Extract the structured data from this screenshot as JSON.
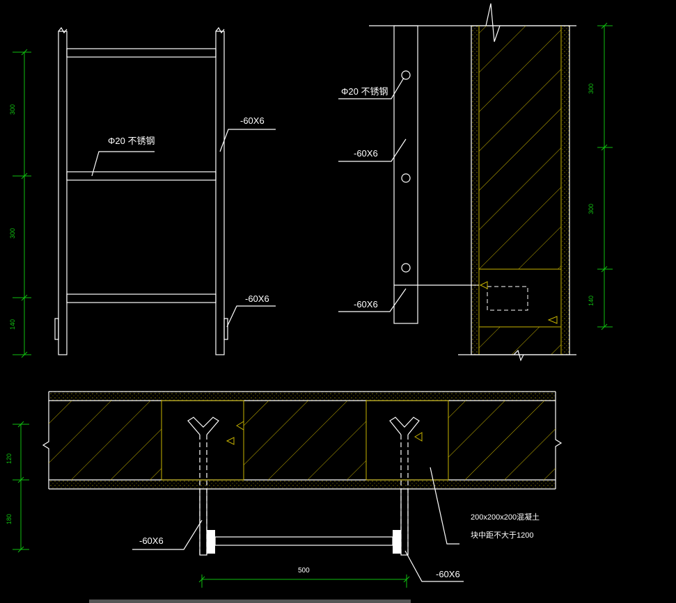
{
  "elevation_view": {
    "label_rung": "Φ20  不锈钢",
    "label_rail_top": "-60X6",
    "label_rail_bottom": "-60X6",
    "dim_1": "300",
    "dim_2": "300",
    "dim_3": "140"
  },
  "section_view": {
    "label_rung": "Φ20  不锈钢",
    "label_rail": "-60X6",
    "label_anchor": "-60X6",
    "dim_1": "300",
    "dim_2": "300",
    "dim_3": "140"
  },
  "plan_view": {
    "dim_wall": "120",
    "dim_offset": "180",
    "dim_width": "500",
    "label_left": "-60X6",
    "label_right": "-60X6",
    "note_line1": "200x200x200混凝土",
    "note_line2": "块中距不大于1200"
  },
  "colors": {
    "line": "#ffffff",
    "dimension": "#10c010",
    "hatch": "#c8b400",
    "background": "#000000"
  }
}
